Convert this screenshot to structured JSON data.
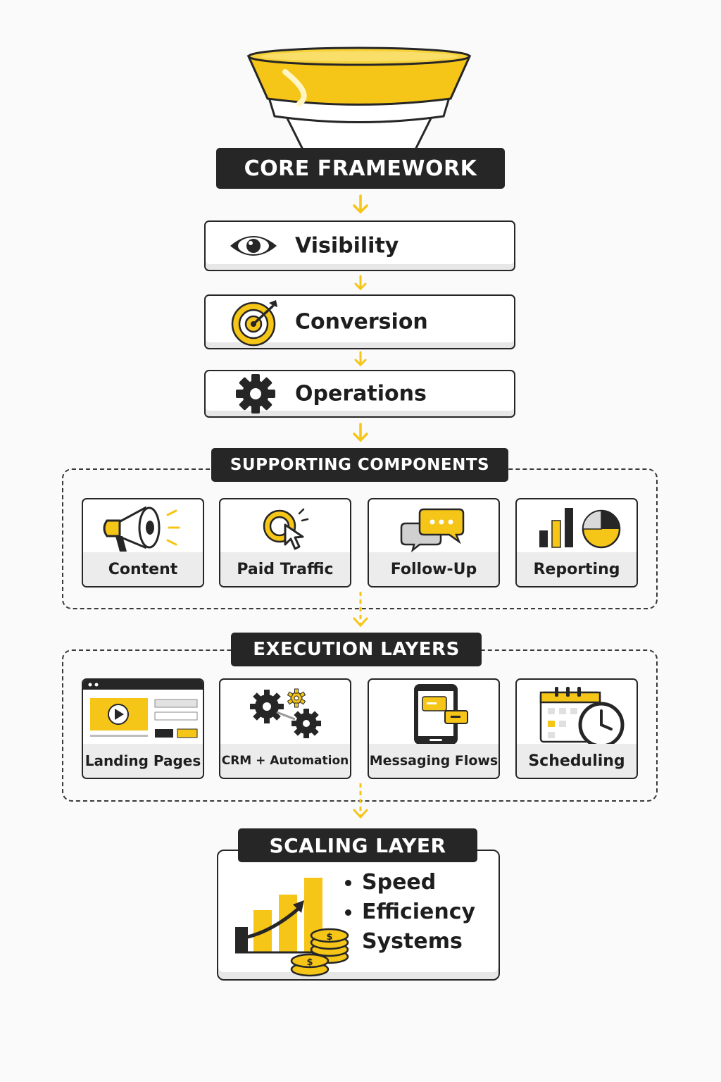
{
  "core": {
    "title": "CORE FRAMEWORK",
    "stages": [
      {
        "label": "Visibility",
        "icon": "eye-icon"
      },
      {
        "label": "Conversion",
        "icon": "target-icon"
      },
      {
        "label": "Operations",
        "icon": "gear-icon"
      }
    ]
  },
  "supporting": {
    "title": "SUPPORTING COMPONENTS",
    "items": [
      {
        "label": "Content",
        "icon": "megaphone-icon"
      },
      {
        "label": "Paid Traffic",
        "icon": "cursor-click-icon"
      },
      {
        "label": "Follow-Up",
        "icon": "chat-bubbles-icon"
      },
      {
        "label": "Reporting",
        "icon": "bar-pie-chart-icon"
      }
    ]
  },
  "execution": {
    "title": "EXECUTION LAYERS",
    "items": [
      {
        "label": "Landing Pages",
        "icon": "browser-video-icon"
      },
      {
        "label": "CRM + Automation",
        "icon": "gears-icon"
      },
      {
        "label": "Messaging Flows",
        "icon": "phone-message-icon"
      },
      {
        "label": "Scheduling",
        "icon": "calendar-clock-icon"
      }
    ]
  },
  "scaling": {
    "title": "SCALING LAYER",
    "bullets": [
      "Speed",
      "Efficiency"
    ],
    "extra": "Systems",
    "icon": "growth-chart-coins-icon"
  },
  "colors": {
    "accent": "#f5c518",
    "dark": "#262626"
  }
}
